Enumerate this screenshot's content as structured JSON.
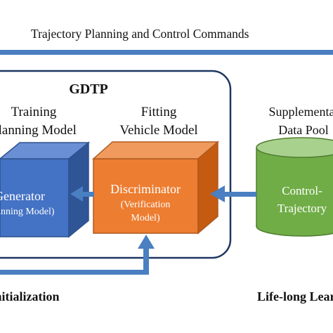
{
  "header": {
    "title": "Trajectory Planning and Control Commands"
  },
  "gdtp": {
    "title": "GDTP"
  },
  "generator": {
    "caption_line1": "Training",
    "caption_line2": "Planning Model",
    "title": "Generator",
    "subtitle": "(Planning Model)"
  },
  "discriminator": {
    "caption_line1": "Fitting",
    "caption_line2": "Vehicle Model",
    "title": "Discriminator",
    "subtitle_line1": "(Verification",
    "subtitle_line2": "Model)"
  },
  "pool": {
    "caption_line1": "Supplemental",
    "caption_line2": "Data Pool",
    "label_line1": "Control-",
    "label_line2": "Trajectory"
  },
  "footer": {
    "left": "Model Initialization",
    "right": "Life-long Learning"
  },
  "colors": {
    "arrow_blue": "#4a7fc1",
    "generator_front": "#4472c4",
    "discriminator_front": "#ed7d31",
    "pool_green": "#70ad47"
  }
}
